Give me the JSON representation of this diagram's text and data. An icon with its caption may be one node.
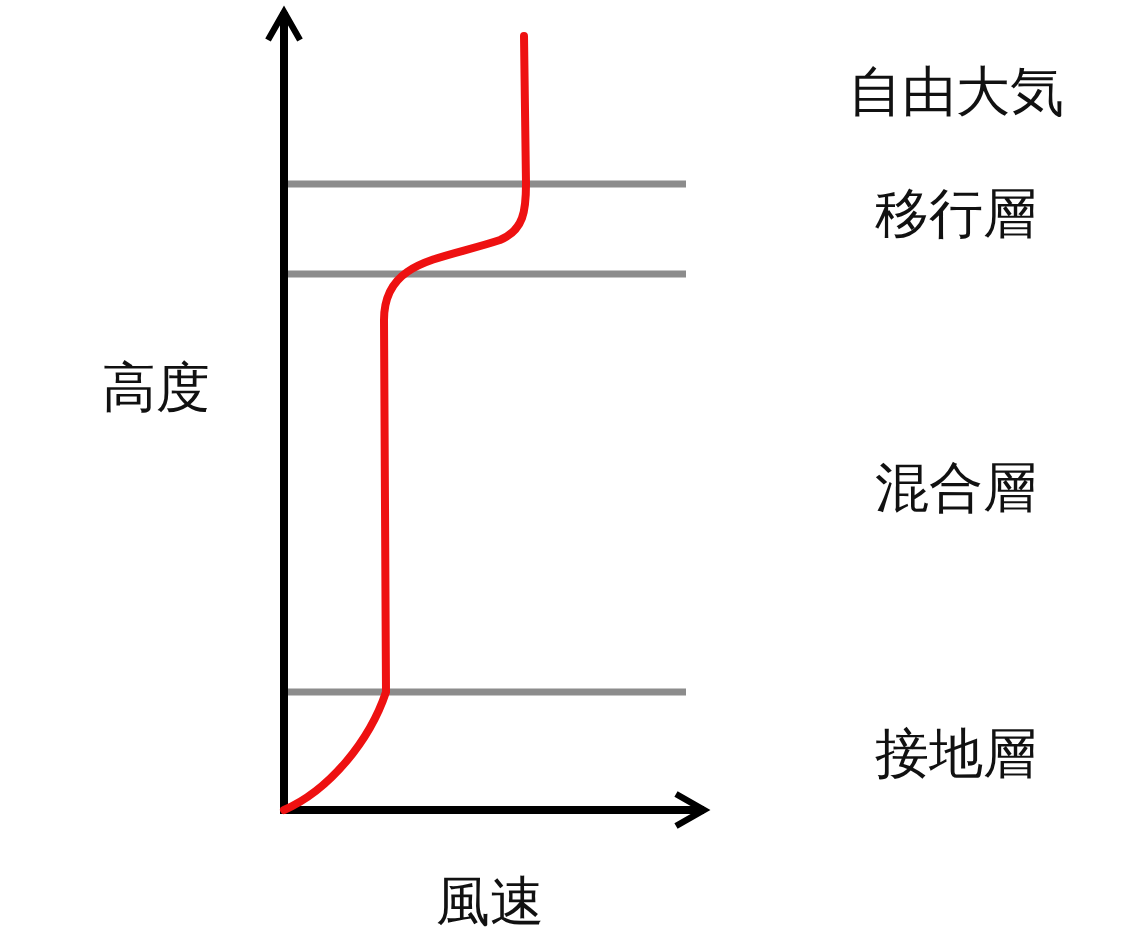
{
  "diagram": {
    "labels": [
      "自由大気",
      "移行層",
      "高度",
      "混合層",
      "接地層",
      "風速"
    ]
  }
}
